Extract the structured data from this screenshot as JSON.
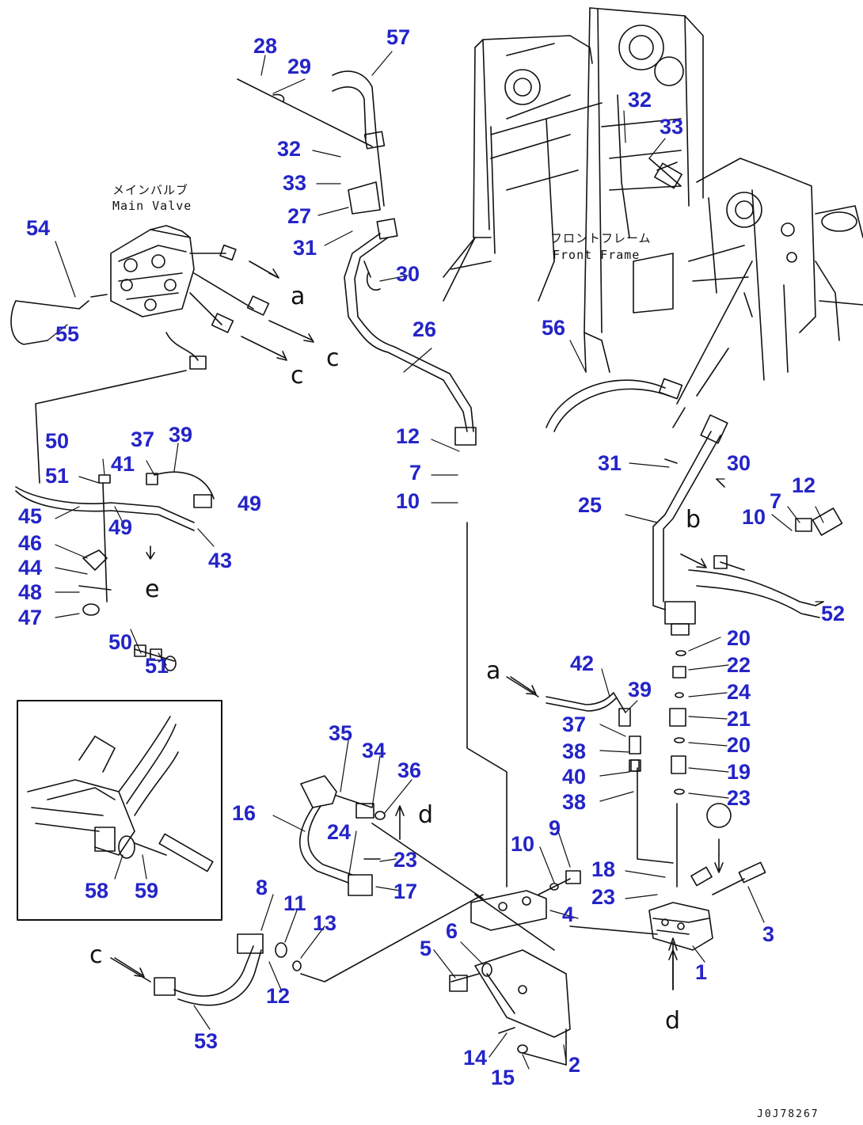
{
  "labels": {
    "main_valve_jp": "メインバルブ",
    "main_valve_en": "Main Valve",
    "front_frame_jp": "フロントフレーム",
    "front_frame_en": "Front Frame"
  },
  "drawing_code": "J0J78267",
  "flow_letters": {
    "a": "a",
    "b": "b",
    "c": "c",
    "d": "d",
    "e": "e"
  },
  "callouts": [
    {
      "id": "c28",
      "text": "28"
    },
    {
      "id": "c29",
      "text": "29"
    },
    {
      "id": "c57",
      "text": "57"
    },
    {
      "id": "c32a",
      "text": "32"
    },
    {
      "id": "c33a",
      "text": "33"
    },
    {
      "id": "c27",
      "text": "27"
    },
    {
      "id": "c31a",
      "text": "31"
    },
    {
      "id": "c30a",
      "text": "30"
    },
    {
      "id": "c26",
      "text": "26"
    },
    {
      "id": "c54",
      "text": "54"
    },
    {
      "id": "c55",
      "text": "55"
    },
    {
      "id": "c32b",
      "text": "32"
    },
    {
      "id": "c33b",
      "text": "33"
    },
    {
      "id": "c56",
      "text": "56"
    },
    {
      "id": "c12a",
      "text": "12"
    },
    {
      "id": "c7a",
      "text": "7"
    },
    {
      "id": "c10a",
      "text": "10"
    },
    {
      "id": "c50a",
      "text": "50"
    },
    {
      "id": "c41",
      "text": "41"
    },
    {
      "id": "c37a",
      "text": "37"
    },
    {
      "id": "c39a",
      "text": "39"
    },
    {
      "id": "c51a",
      "text": "51"
    },
    {
      "id": "c49a",
      "text": "49"
    },
    {
      "id": "c45",
      "text": "45"
    },
    {
      "id": "c46",
      "text": "46"
    },
    {
      "id": "c49b",
      "text": "49"
    },
    {
      "id": "c43",
      "text": "43"
    },
    {
      "id": "c44",
      "text": "44"
    },
    {
      "id": "c48",
      "text": "48"
    },
    {
      "id": "c47",
      "text": "47"
    },
    {
      "id": "c50b",
      "text": "50"
    },
    {
      "id": "c51b",
      "text": "51"
    },
    {
      "id": "c31b",
      "text": "31"
    },
    {
      "id": "c30b",
      "text": "30"
    },
    {
      "id": "c25",
      "text": "25"
    },
    {
      "id": "c10b",
      "text": "10"
    },
    {
      "id": "c7b",
      "text": "7"
    },
    {
      "id": "c12b",
      "text": "12"
    },
    {
      "id": "c52",
      "text": "52"
    },
    {
      "id": "c20a",
      "text": "20"
    },
    {
      "id": "c22",
      "text": "22"
    },
    {
      "id": "c24a",
      "text": "24"
    },
    {
      "id": "c21",
      "text": "21"
    },
    {
      "id": "c20b",
      "text": "20"
    },
    {
      "id": "c19",
      "text": "19"
    },
    {
      "id": "c23a",
      "text": "23"
    },
    {
      "id": "c42",
      "text": "42"
    },
    {
      "id": "c39b",
      "text": "39"
    },
    {
      "id": "c37b",
      "text": "37"
    },
    {
      "id": "c38a",
      "text": "38"
    },
    {
      "id": "c40",
      "text": "40"
    },
    {
      "id": "c38b",
      "text": "38"
    },
    {
      "id": "c35",
      "text": "35"
    },
    {
      "id": "c34",
      "text": "34"
    },
    {
      "id": "c36",
      "text": "36"
    },
    {
      "id": "c16",
      "text": "16"
    },
    {
      "id": "c24b",
      "text": "24"
    },
    {
      "id": "c23b",
      "text": "23"
    },
    {
      "id": "c17",
      "text": "17"
    },
    {
      "id": "c10c",
      "text": "10"
    },
    {
      "id": "c9",
      "text": "9"
    },
    {
      "id": "c18",
      "text": "18"
    },
    {
      "id": "c23c",
      "text": "23"
    },
    {
      "id": "c3",
      "text": "3"
    },
    {
      "id": "c4",
      "text": "4"
    },
    {
      "id": "c1",
      "text": "1"
    },
    {
      "id": "c8",
      "text": "8"
    },
    {
      "id": "c11",
      "text": "11"
    },
    {
      "id": "c13",
      "text": "13"
    },
    {
      "id": "c12c",
      "text": "12"
    },
    {
      "id": "c53",
      "text": "53"
    },
    {
      "id": "c5",
      "text": "5"
    },
    {
      "id": "c6",
      "text": "6"
    },
    {
      "id": "c14",
      "text": "14"
    },
    {
      "id": "c15",
      "text": "15"
    },
    {
      "id": "c2",
      "text": "2"
    },
    {
      "id": "c58",
      "text": "58"
    },
    {
      "id": "c59",
      "text": "59"
    }
  ]
}
